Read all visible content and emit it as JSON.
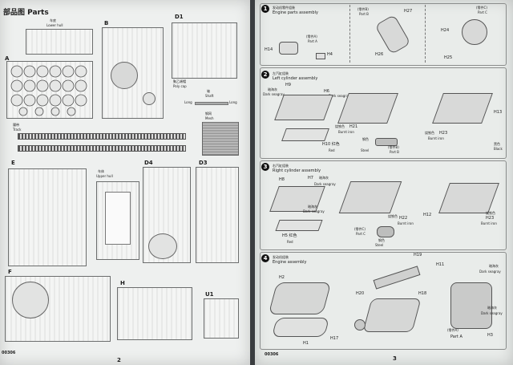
{
  "left_page": {
    "title_cn": "部品图",
    "title_en": "Parts",
    "page_code": "00306",
    "page_number": "2",
    "sprues": {
      "lower_hull_cn": "车底",
      "lower_hull_en": "Lower hull",
      "a": "A",
      "b": "B",
      "d1": "D1",
      "poly_cap_cn": "聚乙烯帽",
      "poly_cap_en": "Poly cap",
      "shaft_cn": "轴",
      "shaft_en": "Shaft",
      "long": "Long",
      "track_cn": "履带",
      "track_en": "Track",
      "mesh_cn": "钢网",
      "mesh_en": "Mesh",
      "e": "E",
      "upper_hull_cn": "车体",
      "upper_hull_en": "Upper hull",
      "d4": "D4",
      "d3": "D3",
      "f": "F",
      "h": "H",
      "u1": "U1"
    }
  },
  "right_page": {
    "page_code": "00306",
    "page_number": "3",
    "step1": {
      "number": "1",
      "title_cn": "发动机零件组装",
      "title_en": "Engine parts assembly",
      "labels": {
        "part_b_cn": "(零件B)",
        "part_b": "Part B",
        "part_a_cn": "(零件A)",
        "part_a": "Part A",
        "part_c_cn": "(零件C)",
        "part_c": "Part C",
        "h14": "H14",
        "h4": "H4",
        "h27": "H27",
        "h26": "H26",
        "h24": "H24",
        "h25": "H25"
      }
    },
    "step2": {
      "number": "2",
      "title_cn": "左汽缸组装",
      "title_en": "Left cylinder assembly",
      "labels": {
        "h9": "H9",
        "h6": "H6",
        "dark_seagray_cn": "暗海灰",
        "dark_seagray": "Dark seagray",
        "h21": "H21",
        "burnt_iron_cn": "烧铁色",
        "burnt_iron": "Burnt iron",
        "h10_red": "H10 红色",
        "red": "Red",
        "steel_cn": "钢色",
        "steel": "Steel",
        "part_b_cn": "(零件B)",
        "part_b": "Part B",
        "h23": "H23",
        "h13": "H13",
        "black_cn": "黑色",
        "black": "Black"
      }
    },
    "step3": {
      "number": "3",
      "title_cn": "右汽缸组装",
      "title_en": "Right cylinder assembly",
      "labels": {
        "h8": "H8",
        "h7": "H7",
        "dark_seagray_cn": "暗海灰",
        "dark_seagray": "Dark seagray",
        "h22": "H22",
        "burnt_iron_cn": "烧铁色",
        "burnt_iron": "Burnt iron",
        "h12": "H12",
        "h23": "H23",
        "h5_red": "H5 红色",
        "red": "Red",
        "part_c_cn": "(零件C)",
        "part_c": "Part C",
        "steel_cn": "钢色",
        "steel": "Steel"
      }
    },
    "step4": {
      "number": "4",
      "title_cn": "发动机组装",
      "title_en": "Engine assembly",
      "labels": {
        "h19": "H19",
        "h11": "H11",
        "h2": "H2",
        "h20": "H20",
        "h18": "H18",
        "dark_seagray_cn": "暗海灰",
        "dark_seagray": "Dark seagray",
        "h1": "H1",
        "h17": "H17",
        "part_a_cn": "(零件A)",
        "part_a": "Part A",
        "h3": "H3"
      }
    }
  }
}
